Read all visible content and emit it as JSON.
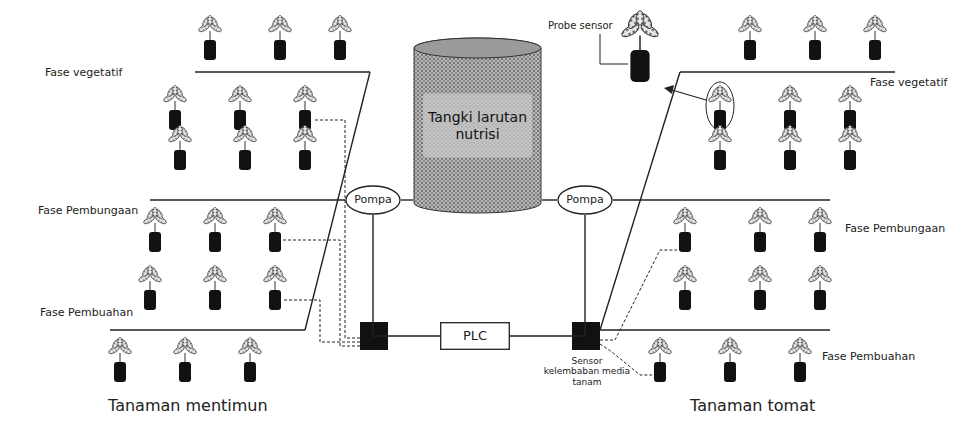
{
  "diagram": {
    "nodes": [
      {
        "text": [
          "Tangki larutan nutrisi"
        ]
      },
      {
        "text": [
          "Pompa"
        ]
      },
      {
        "text": [
          "Pompa"
        ]
      },
      {
        "text": [
          "PLC"
        ]
      }
    ],
    "edges": [
      {
        "from": 0,
        "to": 1,
        "arrow": "none"
      },
      {
        "from": 0,
        "to": 2,
        "arrow": "none"
      },
      {
        "from": 1,
        "to": 3,
        "arrow": "none"
      },
      {
        "from": 2,
        "to": 3,
        "arrow": "none"
      }
    ],
    "labels": [
      "Fase vegetatif",
      "Fase Pembungaan",
      "Fase Pembuahan",
      "Tanaman mentimun",
      "Probe sensor",
      "Fase vegetatif",
      "Fase Pembungaan",
      "Fase Pembuahan",
      "Sensor kelembaban media tanam",
      "Tanaman tomat"
    ]
  }
}
